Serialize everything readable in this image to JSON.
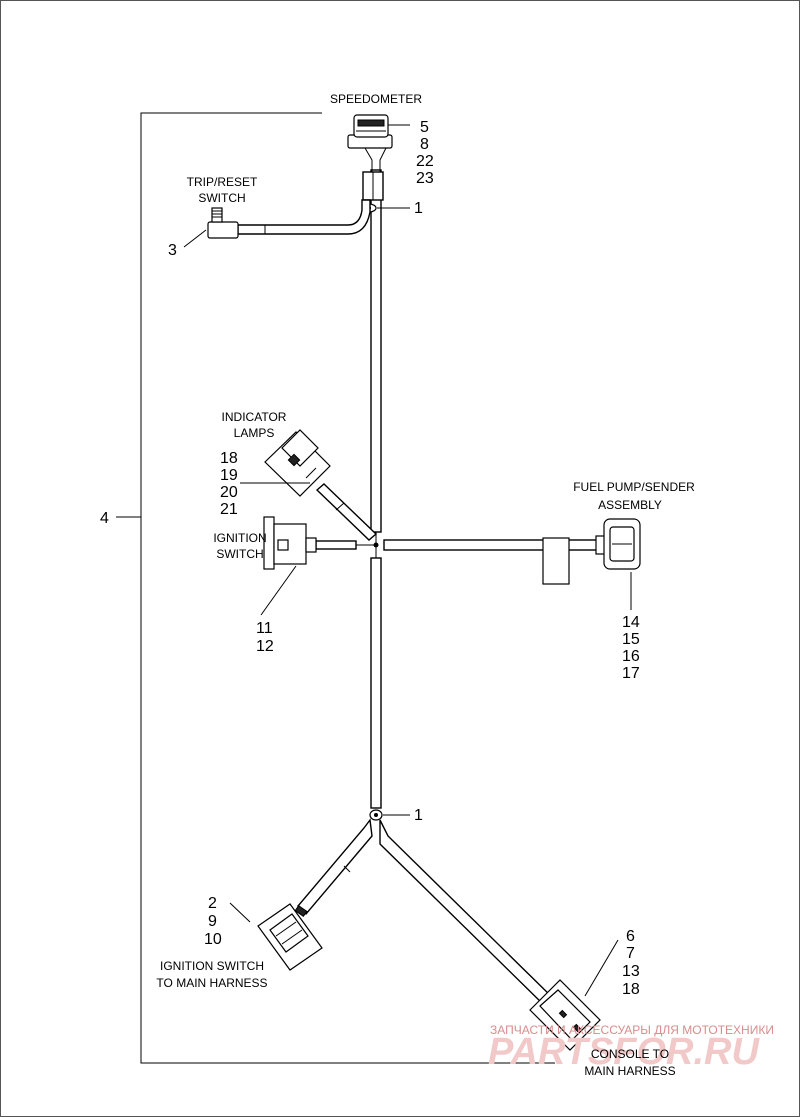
{
  "labels": {
    "speedometer": "SPEEDOMETER",
    "trip_reset_1": "TRIP/RESET",
    "trip_reset_2": "SWITCH",
    "indicator_1": "INDICATOR",
    "indicator_2": "LAMPS",
    "ignition_1": "IGNITION",
    "ignition_2": "SWITCH",
    "fuel_1": "FUEL PUMP/SENDER",
    "fuel_2": "ASSEMBLY",
    "ign_main_1": "IGNITION SWITCH",
    "ign_main_2": "TO MAIN HARNESS",
    "console_1": "CONSOLE TO",
    "console_2": "MAIN HARNESS"
  },
  "callouts": {
    "speedometer": [
      "5",
      "8",
      "22",
      "23"
    ],
    "clip_top": "1",
    "trip_reset": "3",
    "harness": "4",
    "indicator": [
      "18",
      "19",
      "20",
      "21"
    ],
    "ignition": [
      "11",
      "12"
    ],
    "fuel": [
      "14",
      "15",
      "16",
      "17"
    ],
    "clip_bottom": "1",
    "ign_main": [
      "2",
      "9",
      "10"
    ],
    "console": [
      "6",
      "7",
      "13",
      "18"
    ]
  },
  "watermark": {
    "text": "ЗАПЧАСТИ И АКСЕССУАРЫ ДЛЯ МОТОТЕХНИКИ",
    "logo_text": "PARTSFOR.RU"
  }
}
